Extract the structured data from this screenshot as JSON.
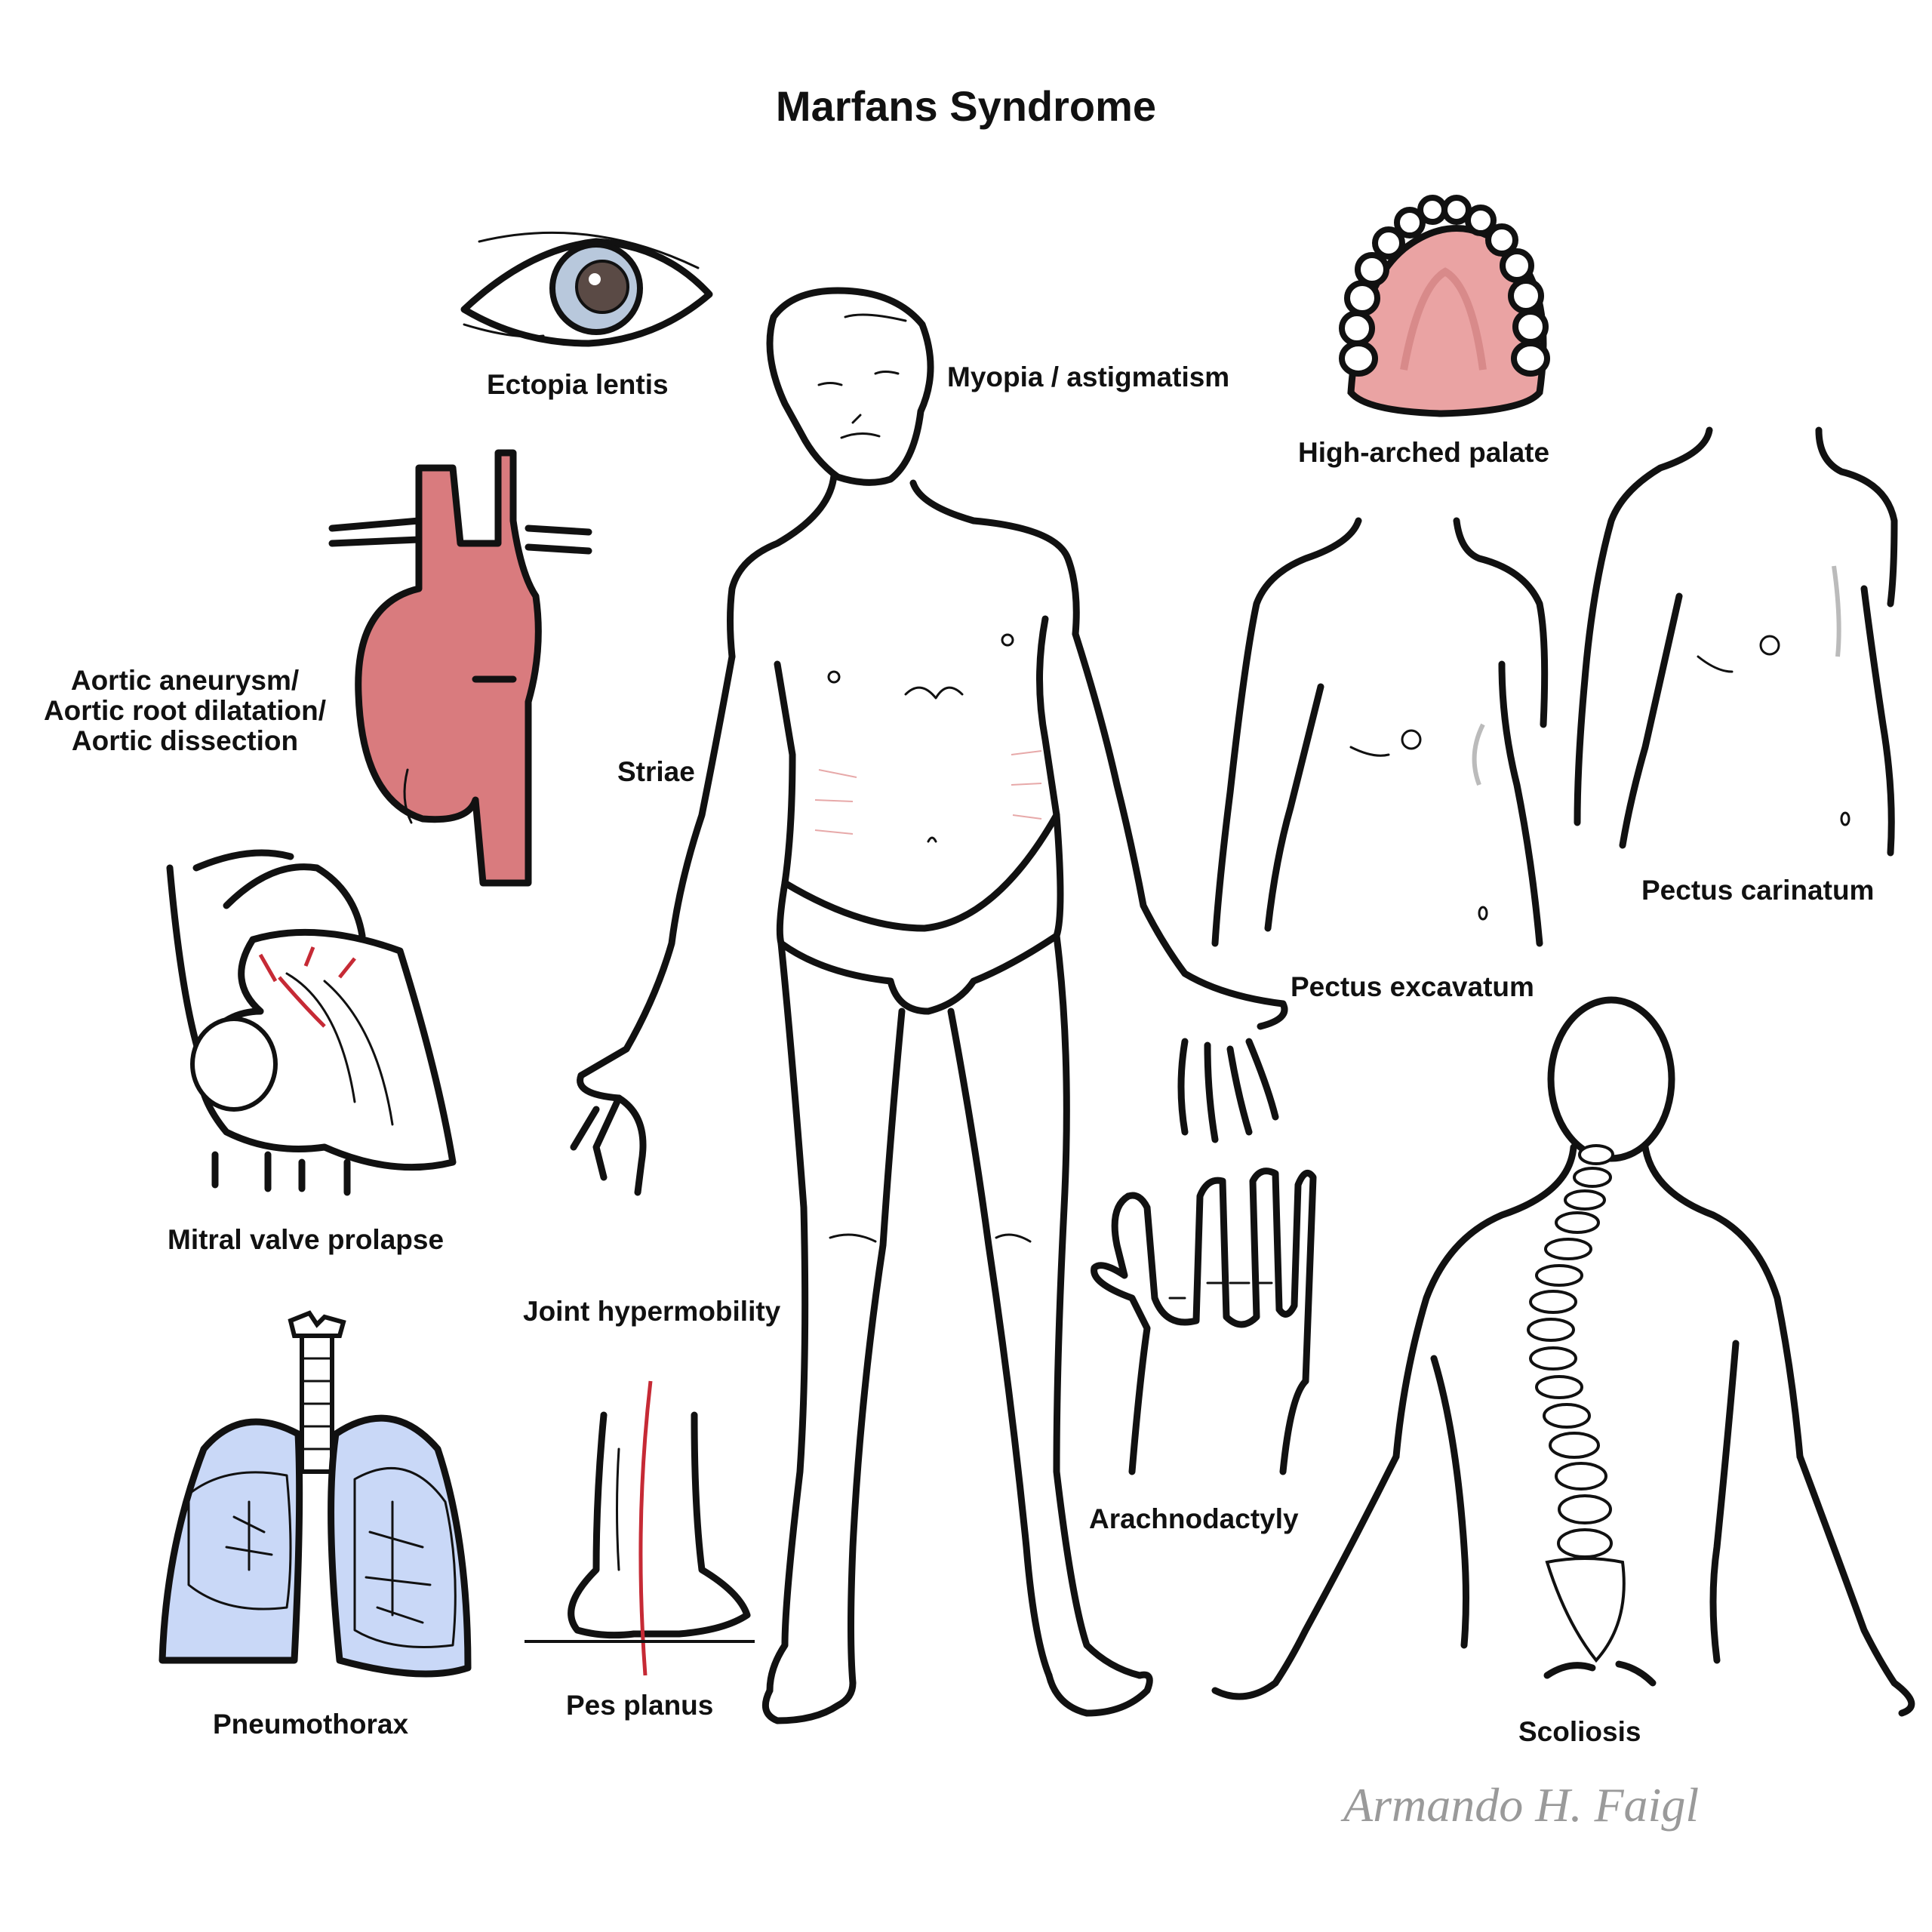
{
  "title": "Marfans Syndrome",
  "labels": {
    "ectopia_lentis": "Ectopia lentis",
    "myopia": "Myopia / astigmatism",
    "high_arched_palate": "High-arched palate",
    "aortic_line1": "Aortic aneurysm/",
    "aortic_line2": "Aortic root dilatation/",
    "aortic_line3": "Aortic dissection",
    "striae": "Striae",
    "pectus_excavatum": "Pectus excavatum",
    "pectus_carinatum": "Pectus carinatum",
    "mitral_valve_prolapse": "Mitral valve prolapse",
    "joint_hypermobility": "Joint hypermobility",
    "arachnodactyly": "Arachnodactyly",
    "pneumothorax": "Pneumothorax",
    "pes_planus": "Pes planus",
    "scoliosis": "Scoliosis"
  },
  "signature": "Armando H. Faigl",
  "colors": {
    "outline": "#111111",
    "aorta": "#d97b7e",
    "palate": "#eaa3a3",
    "iris": "#b8c8dc",
    "lung": "#c9d8f7",
    "arrow_red": "#c62a35",
    "signature": "#9a9a9a"
  }
}
